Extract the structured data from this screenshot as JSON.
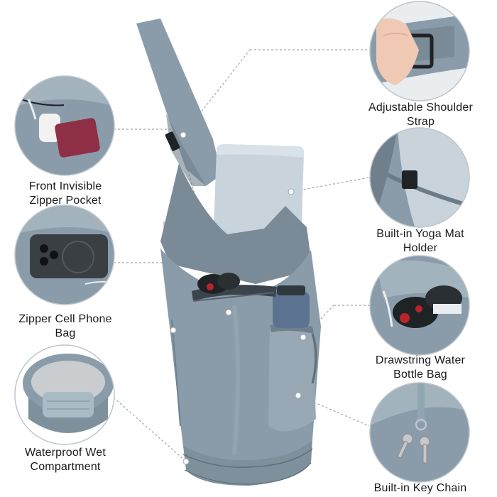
{
  "features": {
    "shoulder_strap": {
      "line1": "Adjustable Shoulder",
      "line2": "Strap"
    },
    "mat_holder": {
      "line1": "Built-in Yoga Mat",
      "line2": "Holder"
    },
    "water_bottle": {
      "line1": "Drawstring Water",
      "line2": "Bottle Bag"
    },
    "key_chain": {
      "line1": "Built-in Key Chain"
    },
    "front_pocket": {
      "line1": "Front Invisible",
      "line2": "Zipper Pocket"
    },
    "phone_bag": {
      "line1": "Zipper Cell Phone",
      "line2": "Bag"
    },
    "wet_compartment": {
      "line1": "Waterproof Wet",
      "line2": "Compartment"
    }
  },
  "colors": {
    "bag_main": "#8a9ca9",
    "bag_shadow": "#6f808c",
    "bag_light": "#a3b3be",
    "mat": "#c8d3dc",
    "circle_border": "#bcc6cd",
    "leader_line": "#9aa7b0",
    "dot": "#ffffff"
  }
}
